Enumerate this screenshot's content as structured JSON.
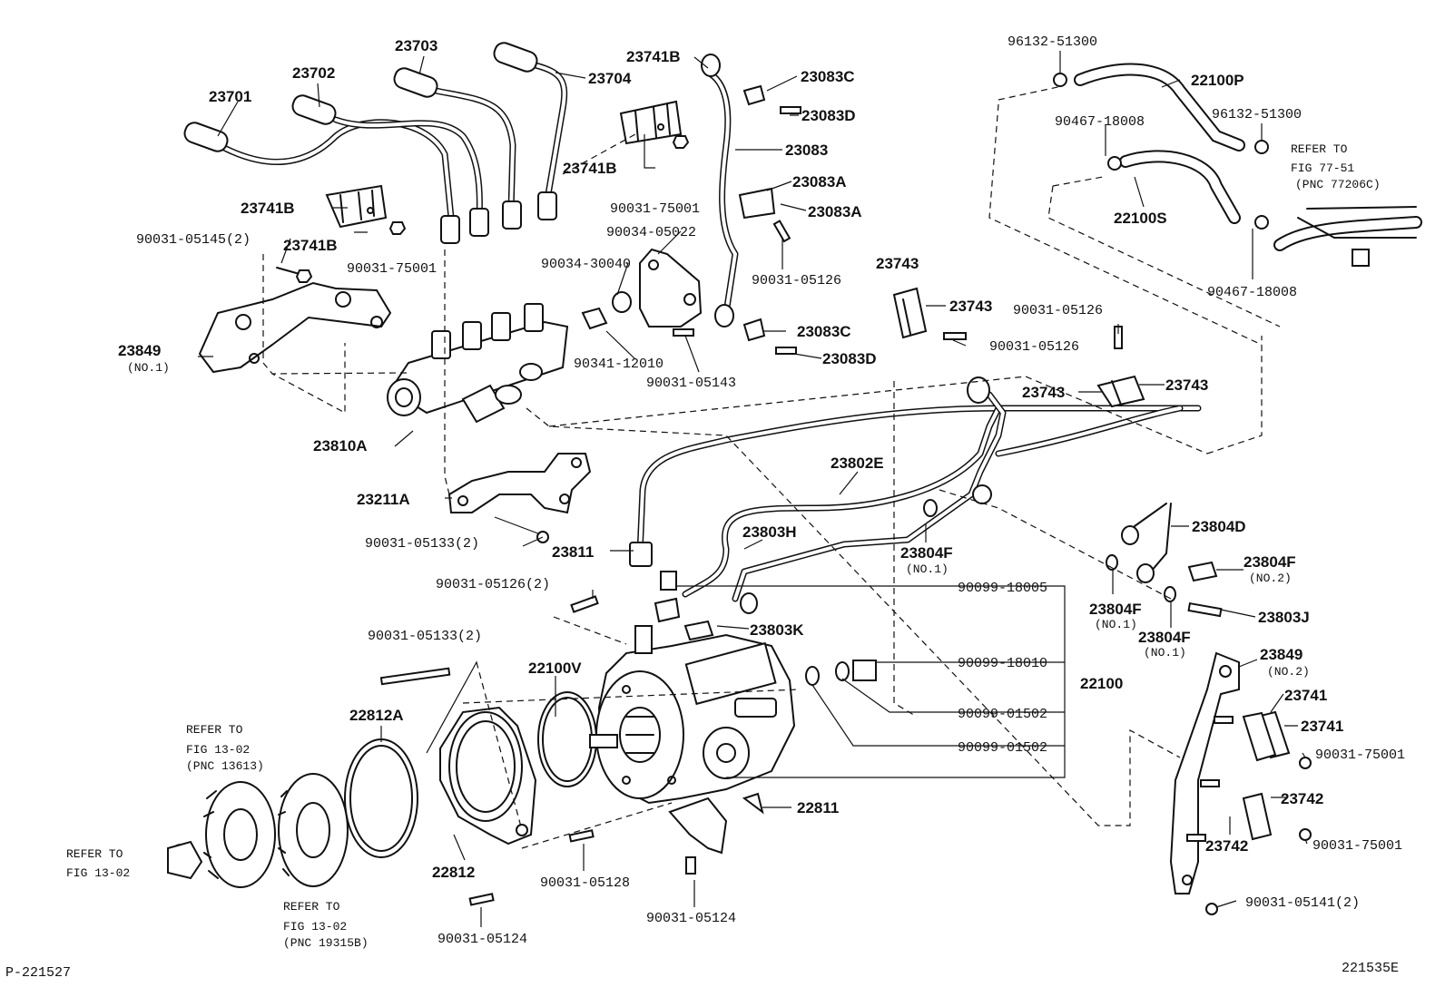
{
  "diagram": {
    "page_code": "P-221527",
    "figure_code": "221535E",
    "labels": {
      "p23701": "23701",
      "p23702": "23702",
      "p23703": "23703",
      "p23704": "23704",
      "p23741B_a": "23741B",
      "p23741B_b": "23741B",
      "p23741B_c": "23741B",
      "p23741B_d": "23741B",
      "p90031_05145": "90031-05145(2)",
      "p90031_75001_a": "90031-75001",
      "p90031_75001_b": "90031-75001",
      "p23849_1": "23849",
      "p23849_1_sub": "(NO.1)",
      "p23810A": "23810A",
      "p23211A": "23211A",
      "p90031_05133_a": "90031-05133(2)",
      "p23811": "23811",
      "p90031_05126_2": "90031-05126(2)",
      "p90031_05133_b": "90031-05133(2)",
      "p22100V": "22100V",
      "p22812A": "22812A",
      "refer_1302_a_1": "REFER TO",
      "refer_1302_a_2": "FIG 13-02",
      "refer_1302_a_3": "(PNC 13613)",
      "refer_1302_b_1": "REFER TO",
      "refer_1302_b_2": "FIG 13-02",
      "refer_1302_c_1": "REFER TO",
      "refer_1302_c_2": "FIG 13-02",
      "refer_1302_c_3": "(PNC 19315B)",
      "p22812": "22812",
      "p90031_05128": "90031-05128",
      "p90031_05124_a": "90031-05124",
      "p90031_05124_b": "90031-05124",
      "p22811": "22811",
      "p23083C_a": "23083C",
      "p23083D_a": "23083D",
      "p23083": "23083",
      "p23083A_a": "23083A",
      "p23083A_b": "23083A",
      "p90034_05022": "90034-05022",
      "p90034_30040": "90034-30040",
      "p90341_12010": "90341-12010",
      "p90031_05126_a": "90031-05126",
      "p90031_05143": "90031-05143",
      "p23083C_b": "23083C",
      "p23083D_b": "23083D",
      "p96132_51300_a": "96132-51300",
      "p22100P": "22100P",
      "p90467_18008_a": "90467-18008",
      "p96132_51300_b": "96132-51300",
      "refer_7751_1": "REFER TO",
      "refer_7751_2": "FIG 77-51",
      "refer_7751_3": "(PNC 77206C)",
      "p22100S": "22100S",
      "p90467_18008_b": "90467-18008",
      "p23743_a": "23743",
      "p23743_b": "23743",
      "p90031_05126_b": "90031-05126",
      "p90031_05126_c": "90031-05126",
      "p23743_c": "23743",
      "p23743_d": "23743",
      "p23802E": "23802E",
      "p23803H": "23803H",
      "p23804F_a": "23804F",
      "p23804F_a_sub": "(NO.1)",
      "p23804D": "23804D",
      "p23804F_b": "23804F",
      "p23804F_b_sub": "(NO.2)",
      "p23804F_c": "23804F",
      "p23804F_c_sub": "(NO.1)",
      "p23804F_d": "23804F",
      "p23804F_d_sub": "(NO.1)",
      "p23803J": "23803J",
      "p23803K": "23803K",
      "p90099_18005": "90099-18005",
      "p90099_18010": "90099-18010",
      "p90099_01502_a": "90099-01502",
      "p90099_01502_b": "90099-01502",
      "p22100": "22100",
      "p23849_2": "23849",
      "p23849_2_sub": "(NO.2)",
      "p23741_a": "23741",
      "p23741_b": "23741",
      "p90031_75001_c": "90031-75001",
      "p23742_a": "23742",
      "p23742_b": "23742",
      "p90031_75001_d": "90031-75001",
      "p90031_05141": "90031-05141(2)"
    }
  }
}
